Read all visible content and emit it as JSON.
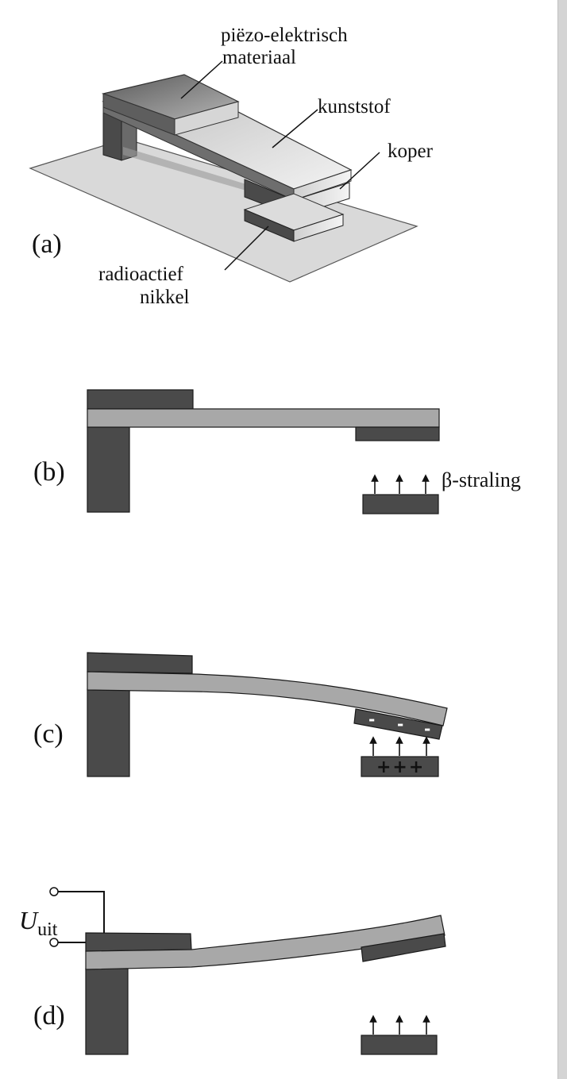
{
  "panels": {
    "a": {
      "label": "(a)",
      "piezo_label_line1": "piëzo-elektrisch",
      "piezo_label_line2": "materiaal",
      "kunststof_label": "kunststof",
      "koper_label": "koper",
      "nikkel_label_line1": "radioactief",
      "nikkel_label_line2": "nikkel"
    },
    "b": {
      "label": "(b)",
      "radiation_label": "β-straling"
    },
    "c": {
      "label": "(c)",
      "minus_sign": "-",
      "plus_signs": "+++"
    },
    "d": {
      "label": "(d)",
      "voltage_symbol": "U",
      "voltage_subscript": "uit"
    }
  },
  "colors": {
    "dark": "#4a4a4a",
    "light": "#a8a8a8",
    "base": "#d6d6d6",
    "outline": "#1a1a1a"
  }
}
